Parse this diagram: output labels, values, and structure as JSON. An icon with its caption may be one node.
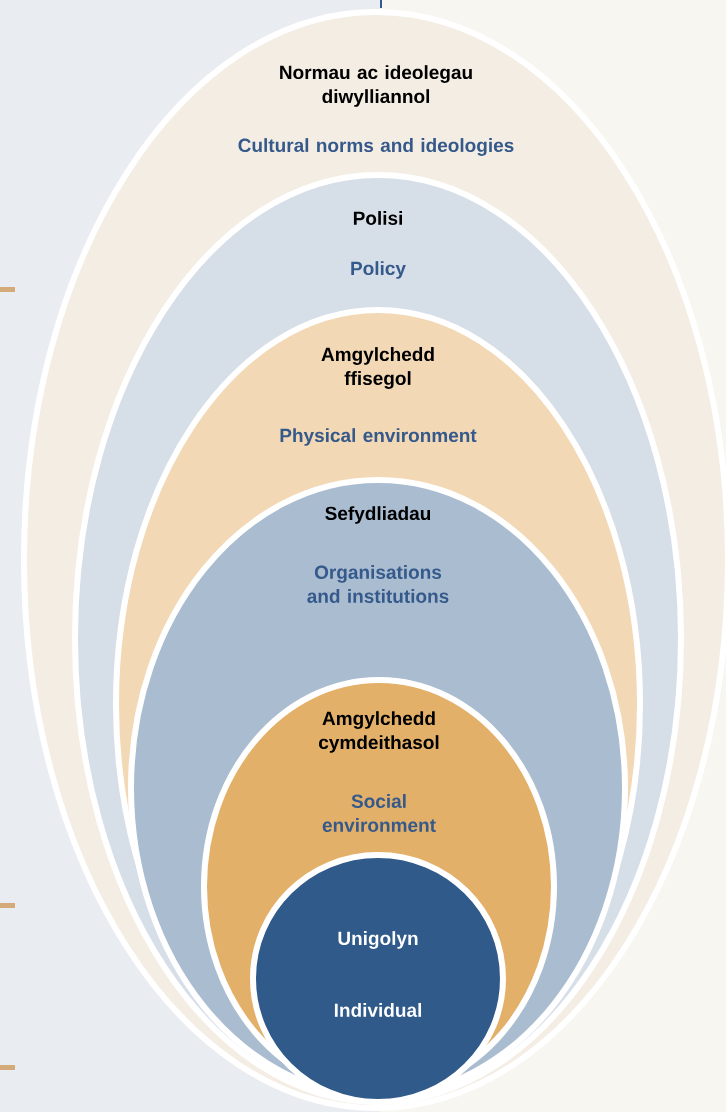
{
  "diagram": {
    "nodes": [
      {
        "text": [
          "Normau ac ideolegau diwylliannol",
          "Cultural norms and ideologies"
        ]
      },
      {
        "text": [
          "Polisi",
          "Policy"
        ],
        "in": 0
      },
      {
        "text": [
          "Amgylchedd ffisegol",
          "Physical environment"
        ],
        "in": 1
      },
      {
        "text": [
          "Sefydliadau",
          "Organisations and institutions"
        ],
        "in": 2
      },
      {
        "text": [
          "Amgylchedd cymdeithasol",
          "Social environment"
        ],
        "in": 3
      },
      {
        "text": [
          "Unigolyn",
          "Individual"
        ],
        "in": 4
      }
    ]
  }
}
